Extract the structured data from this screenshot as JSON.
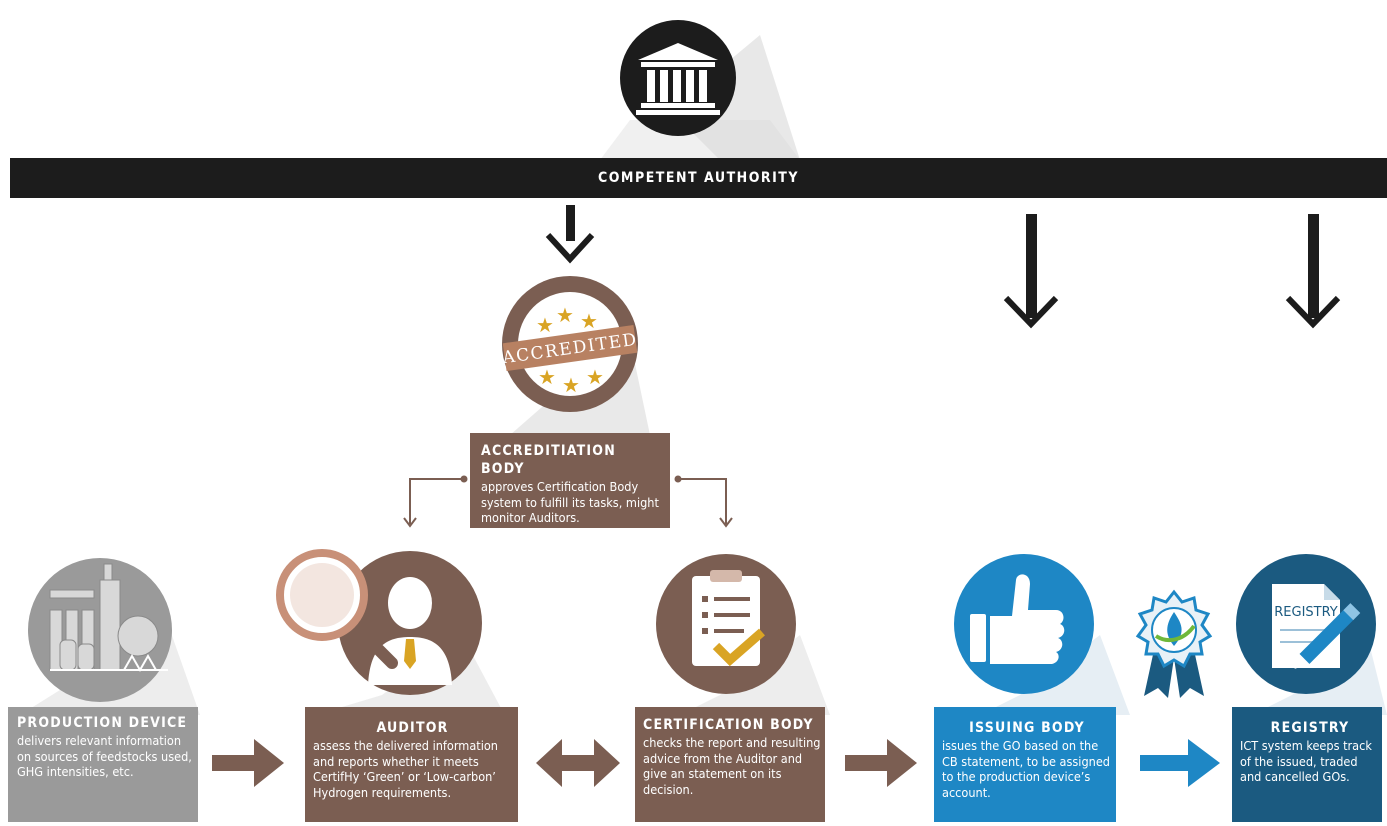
{
  "authority": {
    "label": "COMPETENT AUTHORITY"
  },
  "accreditation_badge": {
    "text": "ACCREDITED"
  },
  "accreditation_body": {
    "title": "ACCREDITIATION BODY",
    "description": "approves Certification Body system to fulfill its tasks, might monitor Auditors."
  },
  "production_device": {
    "title": "PRODUCTION DEVICE",
    "description": "delivers relevant information on sources of feedstocks used, GHG intensities, etc."
  },
  "auditor": {
    "title": "AUDITOR",
    "description": "assess the delivered information and reports whether it meets CertifHy ‘Green’ or ‘Low-carbon’ Hydrogen requirements."
  },
  "certification_body": {
    "title": "CERTIFICATION BODY",
    "description": "checks the report and resulting advice from the Auditor and give an statement on its decision."
  },
  "issuing_body": {
    "title": "ISSUING BODY",
    "description": "issues the GO based on the CB statement, to be assigned to the production device’s account."
  },
  "registry": {
    "title": "REGISTRY",
    "description": "ICT system keeps track of the issued, traded and cancelled GOs.",
    "icon_label": "REGISTRY"
  },
  "colors": {
    "brown": "#7b5e52",
    "grey": "#9a9a9a",
    "blue": "#1e87c5",
    "dark_blue": "#1b5a80",
    "black": "#1c1c1c",
    "gold": "#d9a424"
  }
}
